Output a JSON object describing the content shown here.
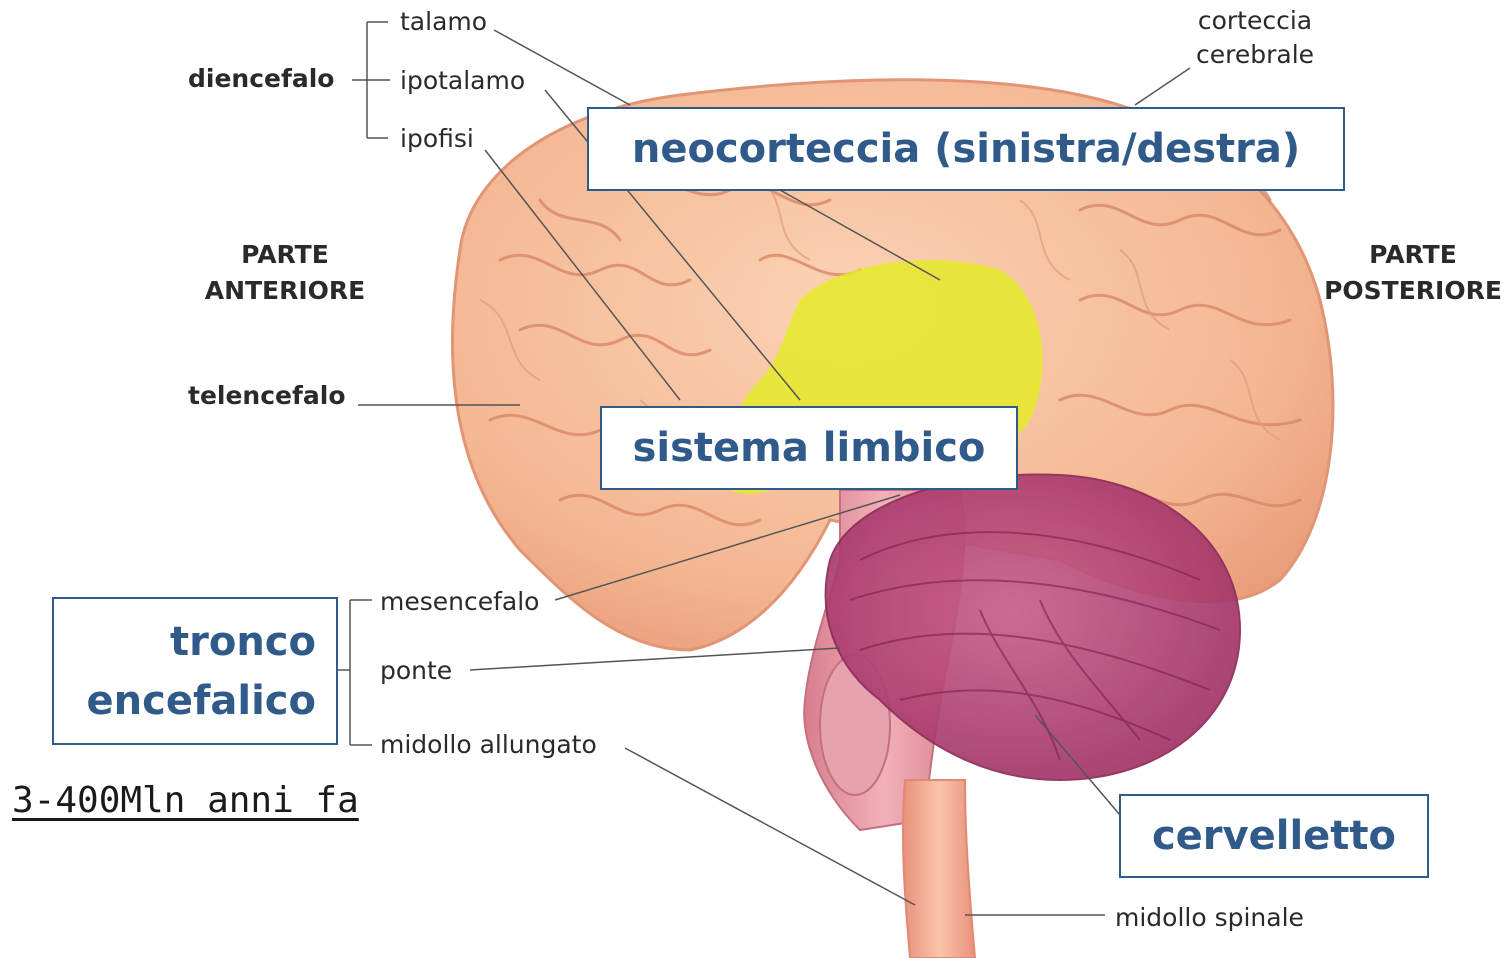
{
  "colors": {
    "brain_skin": "#f3b896",
    "brain_fold": "#d98a6a",
    "limbic": "#e5ea2a",
    "cerebellum": "#b84a7a",
    "stem": "#e49aa4",
    "spinal": "#f0a98e",
    "box_border": "#2f5a8a",
    "box_text": "#2f5a8a",
    "leader": "#555555"
  },
  "labels": {
    "diencefalo": "diencefalo",
    "talamo": "talamo",
    "ipotalamo": "ipotalamo",
    "ipofisi": "ipofisi",
    "corteccia_1": "corteccia",
    "corteccia_2": "cerebrale",
    "parte_anteriore_1": "PARTE",
    "parte_anteriore_2": "ANTERIORE",
    "parte_posteriore_1": "PARTE",
    "parte_posteriore_2": "POSTERIORE",
    "telencefalo": "telencefalo",
    "mesencefalo": "mesencefalo",
    "ponte": "ponte",
    "midollo_allungato": "midollo allungato",
    "midollo_spinale": "midollo spinale"
  },
  "boxes": {
    "neocorteccia": "neocorteccia (sinistra/destra)",
    "sistema_limbico": "sistema limbico",
    "tronco_1": "tronco",
    "tronco_2": "encefalico",
    "cervelletto": "cervelletto"
  },
  "note": "3-400Mln anni fa"
}
